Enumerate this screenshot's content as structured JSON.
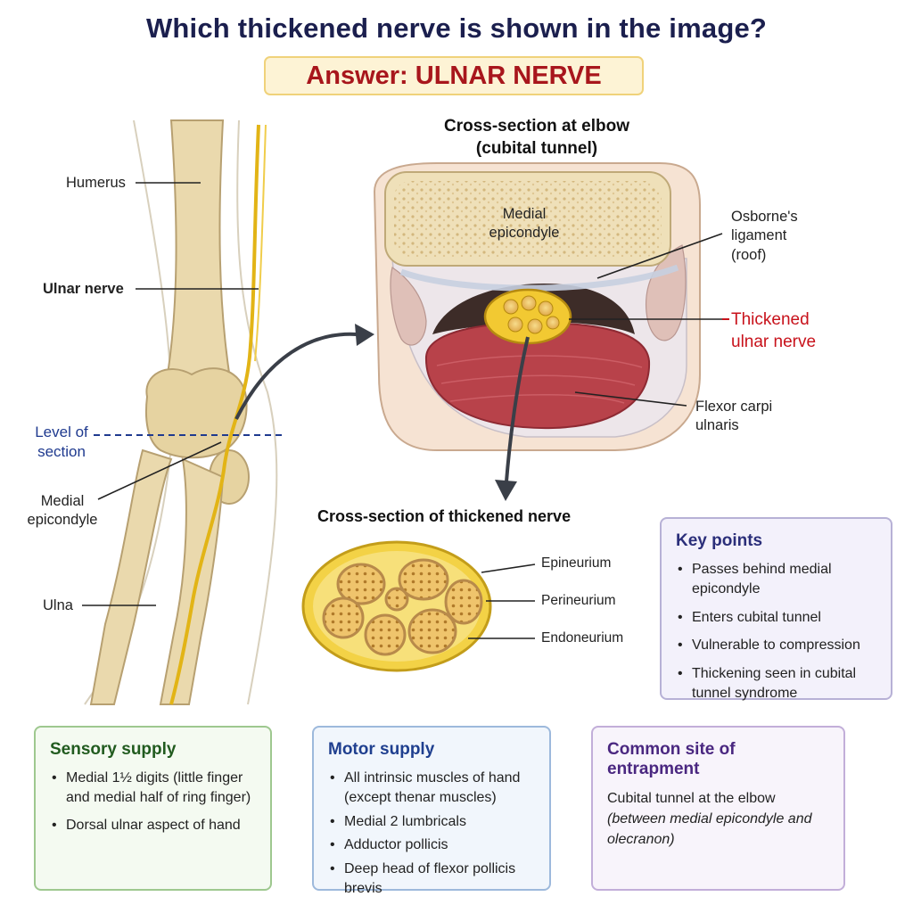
{
  "title": "Which thickened nerve is shown in the image?",
  "answer": "Answer: ULNAR NERVE",
  "arm_labels": {
    "humerus": "Humerus",
    "ulnar_nerve": "Ulnar nerve",
    "level_line1": "Level of",
    "level_line2": "section",
    "medial_line1": "Medial",
    "medial_line2": "epicondyle",
    "ulna": "Ulna"
  },
  "elbow_section": {
    "heading_line1": "Cross-section at elbow",
    "heading_line2": "(cubital tunnel)",
    "epicondyle_line1": "Medial",
    "epicondyle_line2": "epicondyle",
    "ligament_line1": "Osborne's",
    "ligament_line2": "ligament",
    "ligament_line3": "(roof)",
    "nerve_line1": "Thickened",
    "nerve_line2": "ulnar nerve",
    "muscle_line1": "Flexor carpi",
    "muscle_line2": "ulnaris"
  },
  "nerve_section": {
    "heading": "Cross-section of thickened nerve",
    "epineurium": "Epineurium",
    "perineurium": "Perineurium",
    "endoneurium": "Endoneurium"
  },
  "key_points": {
    "title": "Key points",
    "items": [
      "Passes behind medial epicondyle",
      "Enters cubital tunnel",
      "Vulnerable to compression",
      "Thickening seen in cubital tunnel syndrome"
    ]
  },
  "sensory": {
    "title": "Sensory supply",
    "items": [
      "Medial 1½ digits (little finger and medial half of ring finger)",
      "Dorsal ulnar aspect of hand"
    ]
  },
  "motor": {
    "title": "Motor supply",
    "items": [
      "All intrinsic muscles of hand (except thenar muscles)",
      "Medial 2 lumbricals",
      "Adductor pollicis",
      "Deep head of flexor pollicis brevis"
    ]
  },
  "entrapment": {
    "title": "Common site of entrapment",
    "text": "Cubital tunnel at the elbow",
    "note": "(between medial epicondyle and olecranon)"
  },
  "colors": {
    "title": "#1b1f4e",
    "answer": "#a8161c",
    "nerve": "#e8b90f",
    "bone": "#e9dcb6",
    "muscle": "#b8424a"
  }
}
